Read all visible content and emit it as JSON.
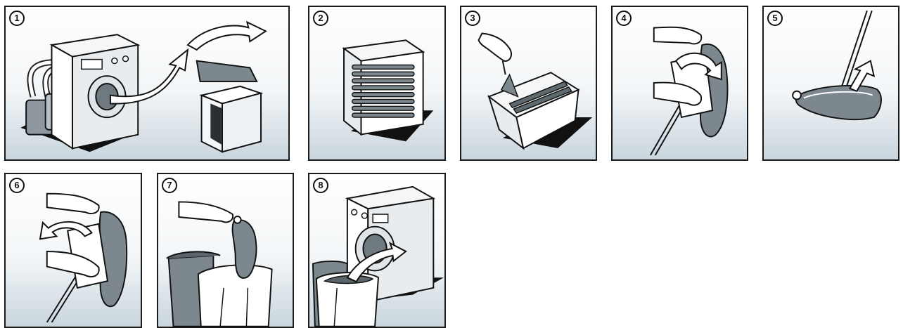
{
  "steps": [
    {
      "number": "1"
    },
    {
      "number": "2"
    },
    {
      "number": "3"
    },
    {
      "number": "4"
    },
    {
      "number": "5"
    },
    {
      "number": "6"
    },
    {
      "number": "7"
    },
    {
      "number": "8"
    }
  ]
}
